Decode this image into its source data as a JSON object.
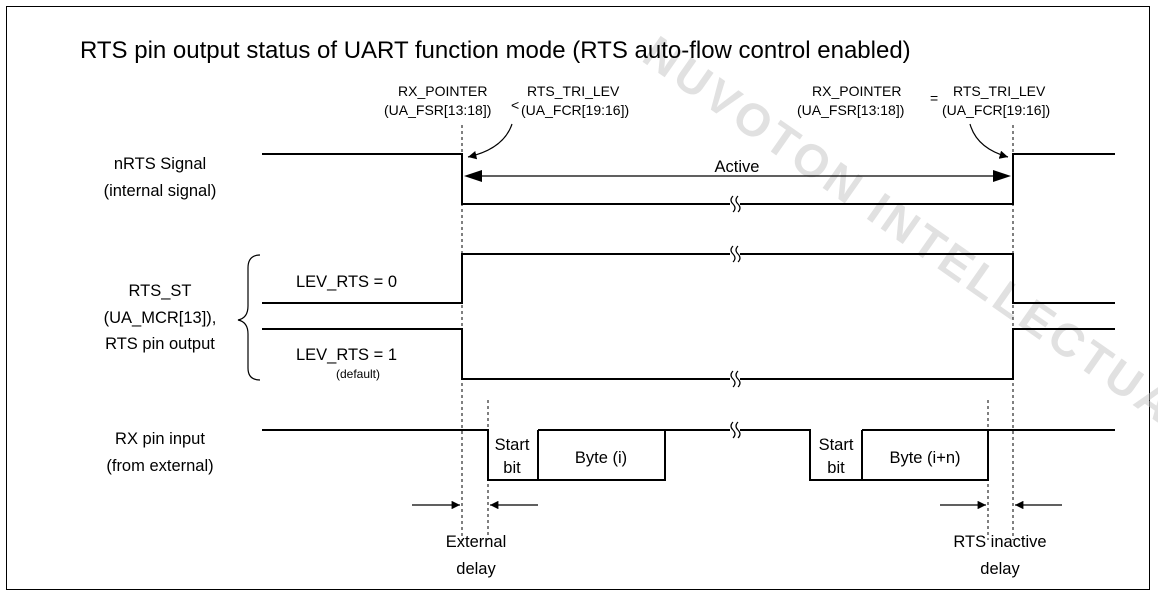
{
  "title": "RTS pin output status of UART function mode (RTS auto-flow control enabled)",
  "condition_left": {
    "rx_pointer": "RX_POINTER",
    "rx_pointer_reg": "(UA_FSR[13:18])",
    "operator": "<",
    "rts_tri_lev": "RTS_TRI_LEV",
    "rts_tri_lev_reg": "(UA_FCR[19:16])"
  },
  "condition_right": {
    "rx_pointer": "RX_POINTER",
    "rx_pointer_reg": "(UA_FSR[13:18])",
    "operator": "=",
    "rts_tri_lev": "RTS_TRI_LEV",
    "rts_tri_lev_reg": "(UA_FCR[19:16])"
  },
  "signals": {
    "nrts_line1": "nRTS Signal",
    "nrts_line2": "(internal signal)",
    "rts_st_line1": "RTS_ST",
    "rts_st_line2": "(UA_MCR[13]),",
    "rts_st_line3": "RTS pin output",
    "rx_line1": "RX pin input",
    "rx_line2": "(from external)"
  },
  "active_label": "Active",
  "lev_rts_0": "LEV_RTS = 0",
  "lev_rts_1": "LEV_RTS = 1",
  "lev_default": "(default)",
  "start_bit_1": "Start",
  "start_bit_2": "bit",
  "byte_i": "Byte (i)",
  "byte_in": "Byte (i+n)",
  "external_delay_1": "External",
  "external_delay_2": "delay",
  "rts_inactive_delay_1": "RTS inactive",
  "rts_inactive_delay_2": "delay",
  "watermark": "NUVOTON INTELLECTUAL PROPERTY"
}
